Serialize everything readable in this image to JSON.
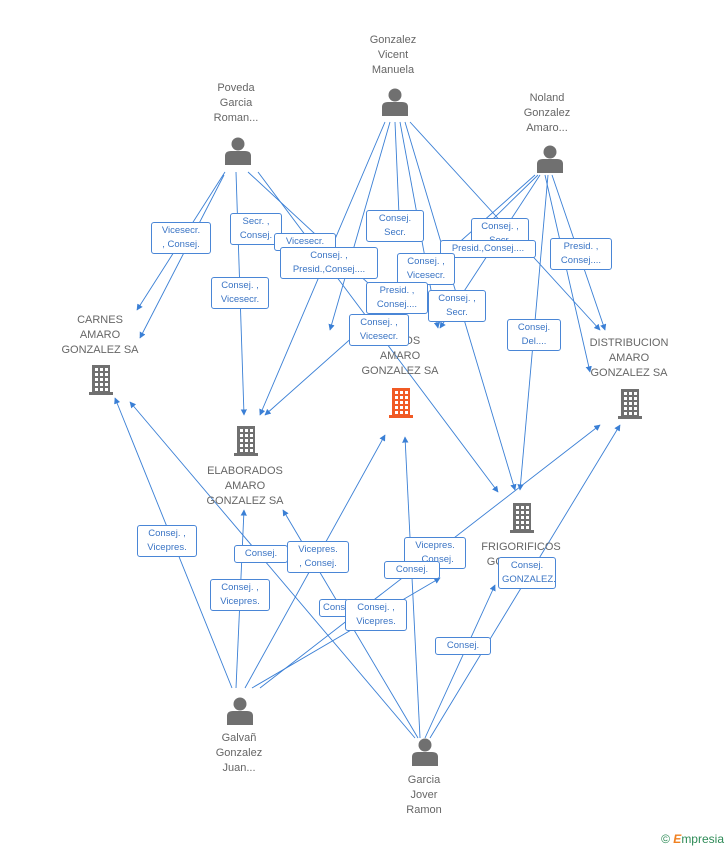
{
  "nodes": [
    {
      "id": "vicent",
      "kind": "person",
      "lines": [
        "Gonzalez",
        "Vicent",
        "Manuela"
      ]
    },
    {
      "id": "poveda",
      "kind": "person",
      "lines": [
        "Poveda",
        "Garcia",
        "Roman..."
      ]
    },
    {
      "id": "noland",
      "kind": "person",
      "lines": [
        "Noland",
        "Gonzalez",
        "Amaro..."
      ]
    },
    {
      "id": "carnes",
      "kind": "company",
      "lines": [
        "CARNES",
        "AMARO",
        "GONZALEZ SA"
      ]
    },
    {
      "id": "center",
      "kind": "company-main",
      "lines": [
        "...ADOS",
        "AMARO",
        "GONZALEZ SA"
      ]
    },
    {
      "id": "distrib",
      "kind": "company",
      "lines": [
        "DISTRIBUCION",
        "AMARO",
        "GONZALEZ SA"
      ]
    },
    {
      "id": "elab",
      "kind": "company",
      "lines": [
        "ELABORADOS",
        "AMARO",
        "GONZALEZ SA"
      ]
    },
    {
      "id": "frigo",
      "kind": "company",
      "lines": [
        "FRIGORIFICOS",
        "GONZALEZ..."
      ]
    },
    {
      "id": "galvan",
      "kind": "person",
      "lines": [
        "Galvañ",
        "Gonzalez",
        "Juan..."
      ]
    },
    {
      "id": "garcia",
      "kind": "person",
      "lines": [
        "Garcia",
        "Jover",
        "Ramon"
      ]
    }
  ],
  "edge_labels": [
    [
      "Vicesecr.",
      ", Consej."
    ],
    [
      "Secr. ,",
      "Consej."
    ],
    [
      "Vicesecr.",
      ""
    ],
    [
      "Consej.",
      "Secr."
    ],
    [
      "Consej. ,",
      "Secr."
    ],
    [
      "Presid.,Consej....",
      ""
    ],
    [
      "Presid. ,",
      "Consej...."
    ],
    [
      "Consej. ,",
      "Presid.,Consej...."
    ],
    [
      "Consej. ,",
      "Vicesecr."
    ],
    [
      "Consej. ,",
      "Vicesecr."
    ],
    [
      "Presid. ,",
      "Consej...."
    ],
    [
      "Consej. ,",
      "Secr."
    ],
    [
      "Consej. ,",
      "Vicesecr."
    ],
    [
      "Consej.",
      "Del...."
    ],
    [
      "Consej. ,",
      "Vicepres."
    ],
    [
      "Consej.",
      ""
    ],
    [
      "Vicepres.",
      ", Consej."
    ],
    [
      "Consej. ,",
      "Vicepres."
    ],
    [
      "Vicepres.",
      ", Consej."
    ],
    [
      "Consej.",
      ""
    ],
    [
      "Consej.",
      "GONZALEZ..."
    ],
    [
      "Consej.",
      ""
    ],
    [
      "Consej. ,",
      "Vicepres."
    ],
    [
      "Consej.",
      ""
    ]
  ],
  "footer": {
    "copyright": "©",
    "brand_e": "E",
    "brand_rest": "mpresia"
  },
  "colors": {
    "edge": "#3a7fd5",
    "icon": "#707070",
    "main": "#f15a24",
    "label_text": "#666666"
  }
}
